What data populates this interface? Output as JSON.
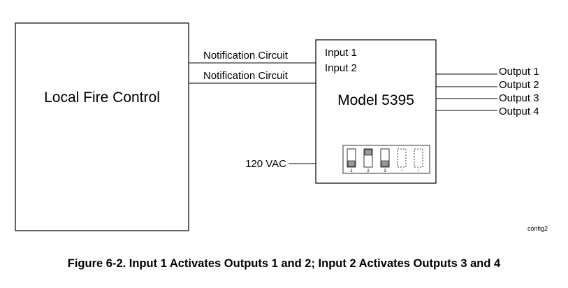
{
  "diagram": {
    "local_fire_control": {
      "label": "Local Fire Control"
    },
    "notification_circuits": [
      "Notification Circuit",
      "Notification Circuit"
    ],
    "model": {
      "label": "Model 5395",
      "inputs": [
        "Input 1",
        "Input 2"
      ]
    },
    "outputs": [
      "Output 1",
      "Output 2",
      "Output 3",
      "Output 4"
    ],
    "power": {
      "label": "120 VAC"
    },
    "dip_switches": [
      {
        "number": "1",
        "state": "off",
        "present": true
      },
      {
        "number": "2",
        "state": "on",
        "present": true
      },
      {
        "number": "3",
        "state": "off",
        "present": true
      },
      {
        "number": "4",
        "state": "absent",
        "present": false
      },
      {
        "number": "5",
        "state": "absent",
        "present": false
      }
    ],
    "config_tag": "config2"
  },
  "caption": "Figure 6-2.  Input 1 Activates Outputs 1 and 2; Input 2 Activates Outputs 3 and 4"
}
